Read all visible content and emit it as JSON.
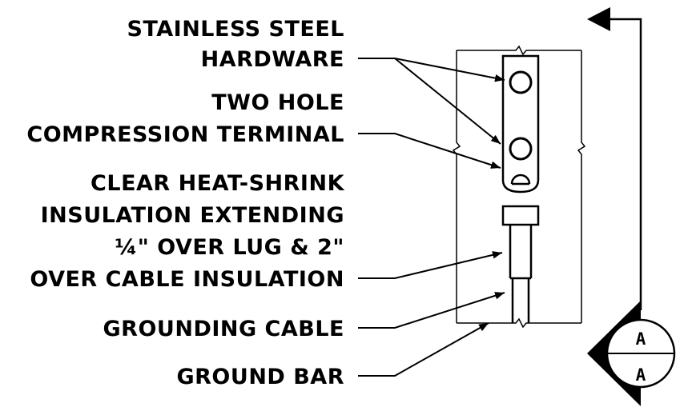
{
  "labels": {
    "hardware": [
      "STAINLESS STEEL",
      "HARDWARE"
    ],
    "terminal": [
      "TWO HOLE",
      "COMPRESSION TERMINAL"
    ],
    "heat_shrink": [
      "CLEAR HEAT-SHRINK",
      "INSULATION EXTENDING",
      "¼\" OVER LUG & 2\"",
      "OVER CABLE INSULATION"
    ],
    "cable": "GROUNDING CABLE",
    "ground_bar": "GROUND BAR"
  },
  "section_marker": {
    "top": "A",
    "bottom": "A"
  },
  "colors": {
    "line": "#000000",
    "background": "#ffffff"
  }
}
